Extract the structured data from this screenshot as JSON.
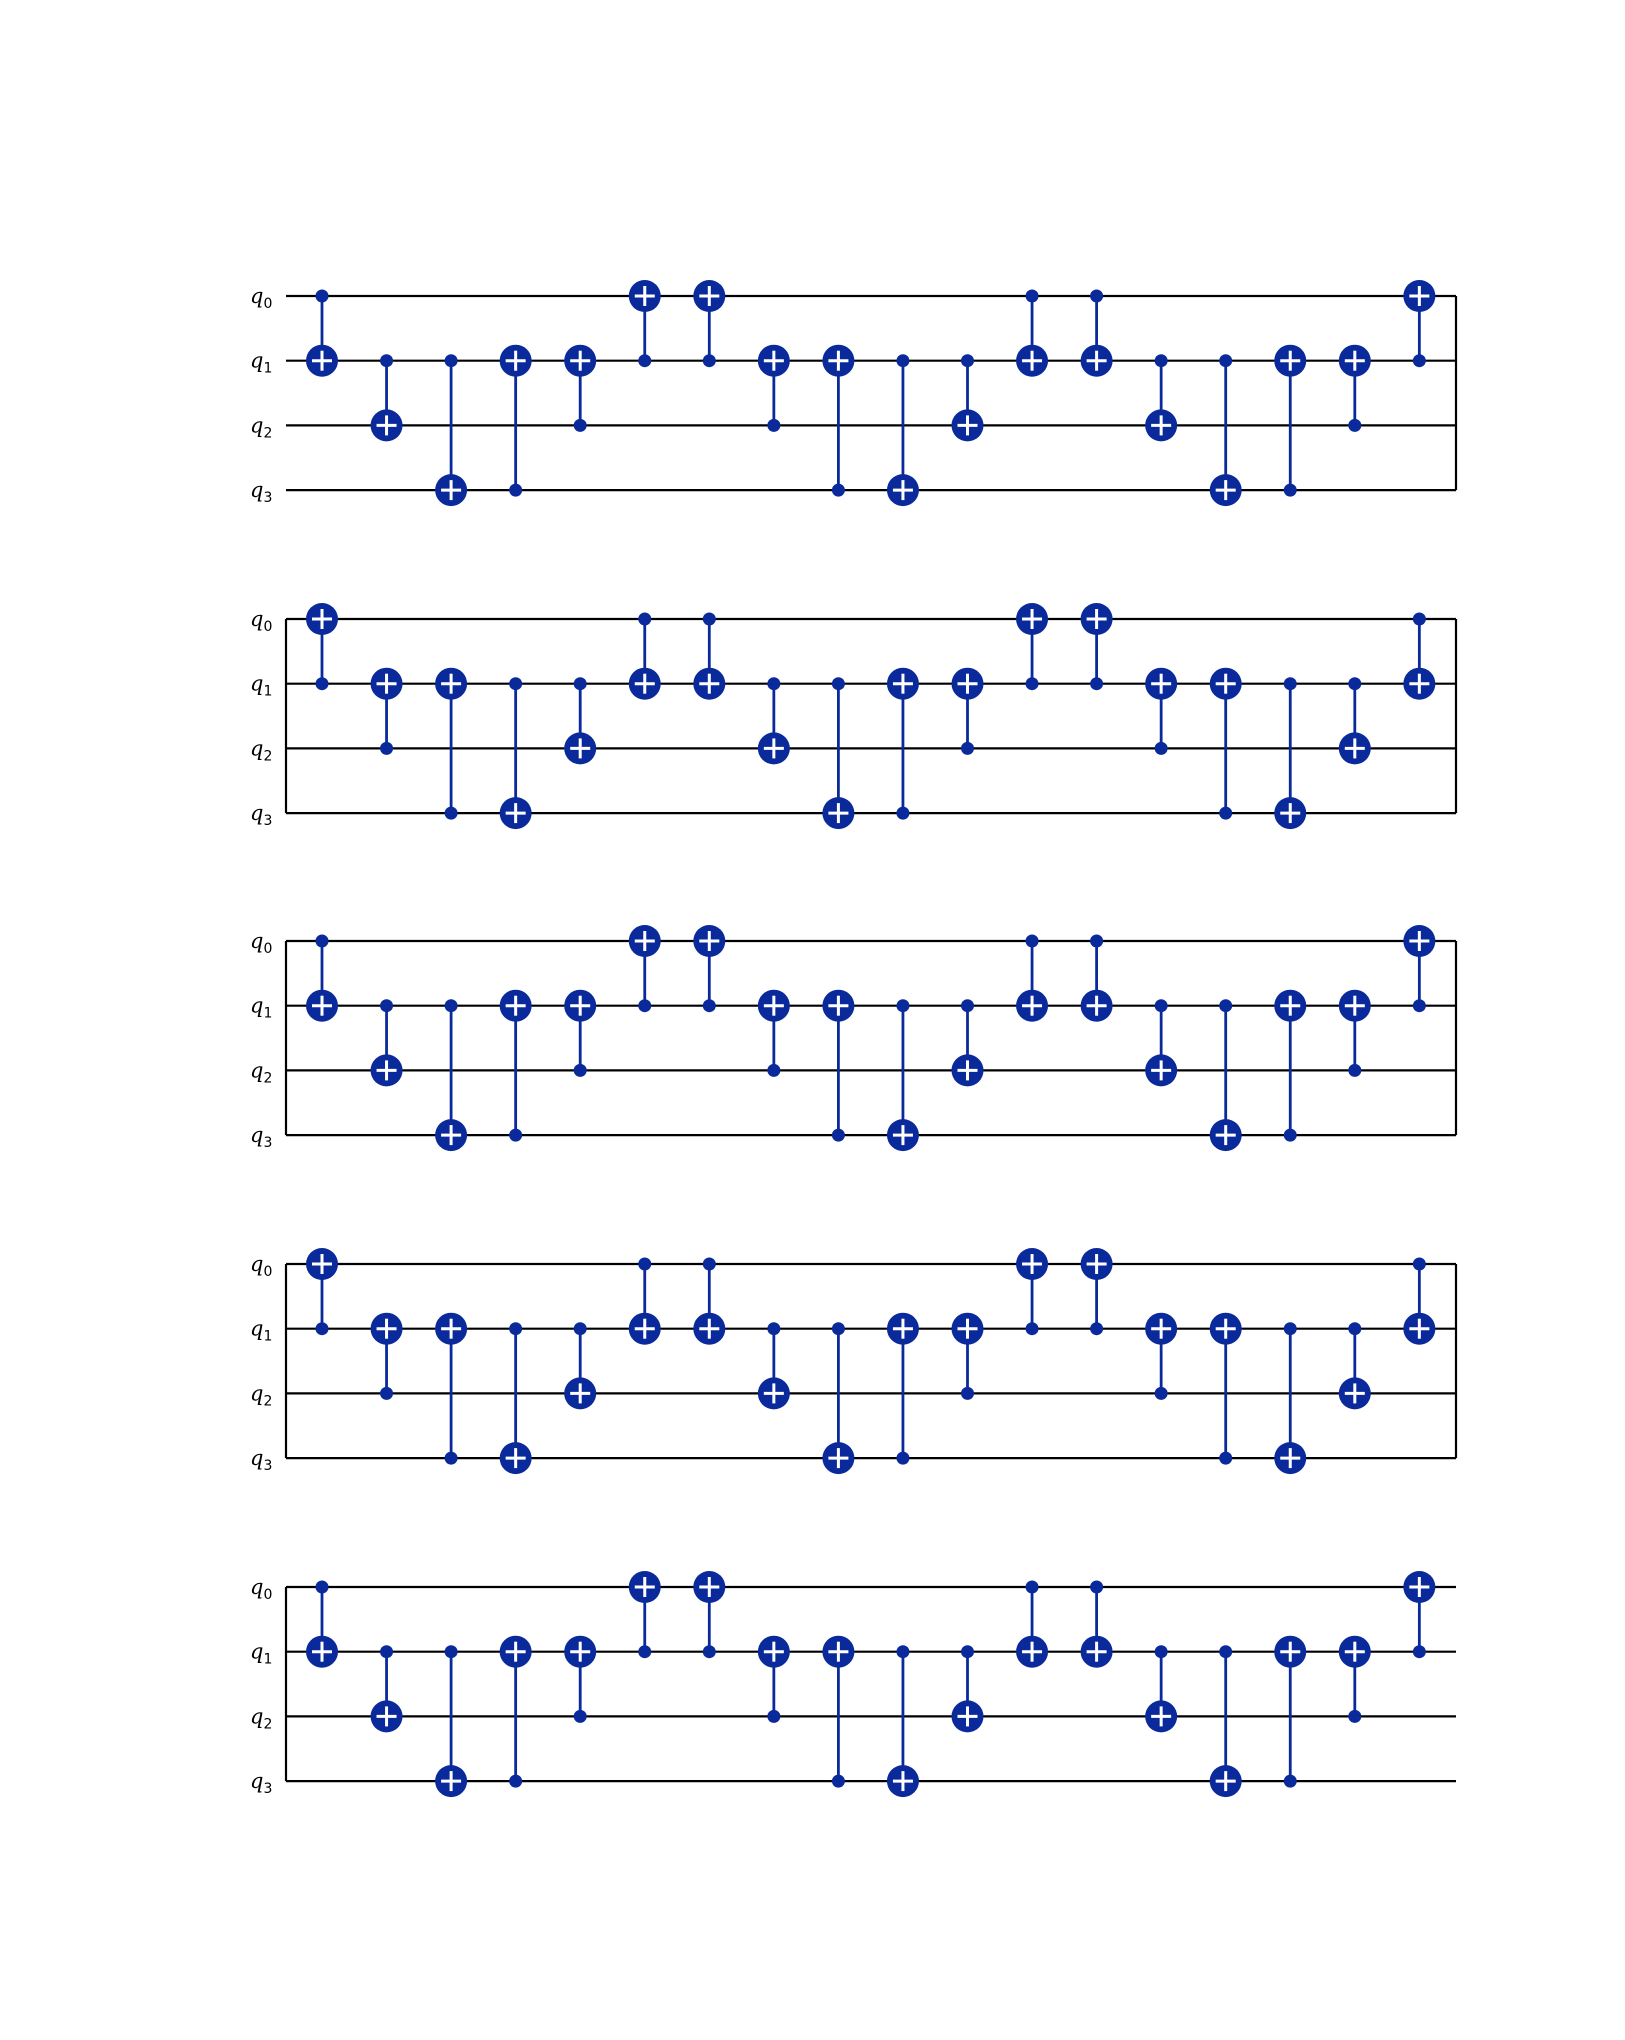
{
  "qubit_labels": [
    {
      "name": "q",
      "index": "0"
    },
    {
      "name": "q",
      "index": "1"
    },
    {
      "name": "q",
      "index": "2"
    },
    {
      "name": "q",
      "index": "3"
    }
  ],
  "colors": {
    "gate": "#0a2a9c",
    "wire": "#000000",
    "background": "#ffffff"
  },
  "rows": [
    {
      "gates": [
        {
          "control": 0,
          "target": 1
        },
        {
          "control": 1,
          "target": 2
        },
        {
          "control": 1,
          "target": 3
        },
        {
          "control": 3,
          "target": 1
        },
        {
          "control": 2,
          "target": 1
        },
        {
          "control": 1,
          "target": 0
        },
        {
          "control": 1,
          "target": 0
        },
        {
          "control": 2,
          "target": 1
        },
        {
          "control": 3,
          "target": 1
        },
        {
          "control": 1,
          "target": 3
        },
        {
          "control": 1,
          "target": 2
        },
        {
          "control": 0,
          "target": 1
        },
        {
          "control": 0,
          "target": 1
        },
        {
          "control": 1,
          "target": 2
        },
        {
          "control": 1,
          "target": 3
        },
        {
          "control": 3,
          "target": 1
        },
        {
          "control": 2,
          "target": 1
        },
        {
          "control": 1,
          "target": 0
        }
      ],
      "continues_left": false,
      "continues_right": true
    },
    {
      "gates": [
        {
          "control": 1,
          "target": 0
        },
        {
          "control": 2,
          "target": 1
        },
        {
          "control": 3,
          "target": 1
        },
        {
          "control": 1,
          "target": 3
        },
        {
          "control": 1,
          "target": 2
        },
        {
          "control": 0,
          "target": 1
        },
        {
          "control": 0,
          "target": 1
        },
        {
          "control": 1,
          "target": 2
        },
        {
          "control": 1,
          "target": 3
        },
        {
          "control": 3,
          "target": 1
        },
        {
          "control": 2,
          "target": 1
        },
        {
          "control": 1,
          "target": 0
        },
        {
          "control": 1,
          "target": 0
        },
        {
          "control": 2,
          "target": 1
        },
        {
          "control": 3,
          "target": 1
        },
        {
          "control": 1,
          "target": 3
        },
        {
          "control": 1,
          "target": 2
        },
        {
          "control": 0,
          "target": 1
        }
      ],
      "continues_left": true,
      "continues_right": true
    },
    {
      "gates": [
        {
          "control": 0,
          "target": 1
        },
        {
          "control": 1,
          "target": 2
        },
        {
          "control": 1,
          "target": 3
        },
        {
          "control": 3,
          "target": 1
        },
        {
          "control": 2,
          "target": 1
        },
        {
          "control": 1,
          "target": 0
        },
        {
          "control": 1,
          "target": 0
        },
        {
          "control": 2,
          "target": 1
        },
        {
          "control": 3,
          "target": 1
        },
        {
          "control": 1,
          "target": 3
        },
        {
          "control": 1,
          "target": 2
        },
        {
          "control": 0,
          "target": 1
        },
        {
          "control": 0,
          "target": 1
        },
        {
          "control": 1,
          "target": 2
        },
        {
          "control": 1,
          "target": 3
        },
        {
          "control": 3,
          "target": 1
        },
        {
          "control": 2,
          "target": 1
        },
        {
          "control": 1,
          "target": 0
        }
      ],
      "continues_left": true,
      "continues_right": true
    },
    {
      "gates": [
        {
          "control": 1,
          "target": 0
        },
        {
          "control": 2,
          "target": 1
        },
        {
          "control": 3,
          "target": 1
        },
        {
          "control": 1,
          "target": 3
        },
        {
          "control": 1,
          "target": 2
        },
        {
          "control": 0,
          "target": 1
        },
        {
          "control": 0,
          "target": 1
        },
        {
          "control": 1,
          "target": 2
        },
        {
          "control": 1,
          "target": 3
        },
        {
          "control": 3,
          "target": 1
        },
        {
          "control": 2,
          "target": 1
        },
        {
          "control": 1,
          "target": 0
        },
        {
          "control": 1,
          "target": 0
        },
        {
          "control": 2,
          "target": 1
        },
        {
          "control": 3,
          "target": 1
        },
        {
          "control": 1,
          "target": 3
        },
        {
          "control": 1,
          "target": 2
        },
        {
          "control": 0,
          "target": 1
        }
      ],
      "continues_left": true,
      "continues_right": true
    },
    {
      "gates": [
        {
          "control": 0,
          "target": 1
        },
        {
          "control": 1,
          "target": 2
        },
        {
          "control": 1,
          "target": 3
        },
        {
          "control": 3,
          "target": 1
        },
        {
          "control": 2,
          "target": 1
        },
        {
          "control": 1,
          "target": 0
        },
        {
          "control": 1,
          "target": 0
        },
        {
          "control": 2,
          "target": 1
        },
        {
          "control": 3,
          "target": 1
        },
        {
          "control": 1,
          "target": 3
        },
        {
          "control": 1,
          "target": 2
        },
        {
          "control": 0,
          "target": 1
        },
        {
          "control": 0,
          "target": 1
        },
        {
          "control": 1,
          "target": 2
        },
        {
          "control": 1,
          "target": 3
        },
        {
          "control": 3,
          "target": 1
        },
        {
          "control": 2,
          "target": 1
        },
        {
          "control": 1,
          "target": 0
        }
      ],
      "continues_left": true,
      "continues_right": false
    }
  ]
}
